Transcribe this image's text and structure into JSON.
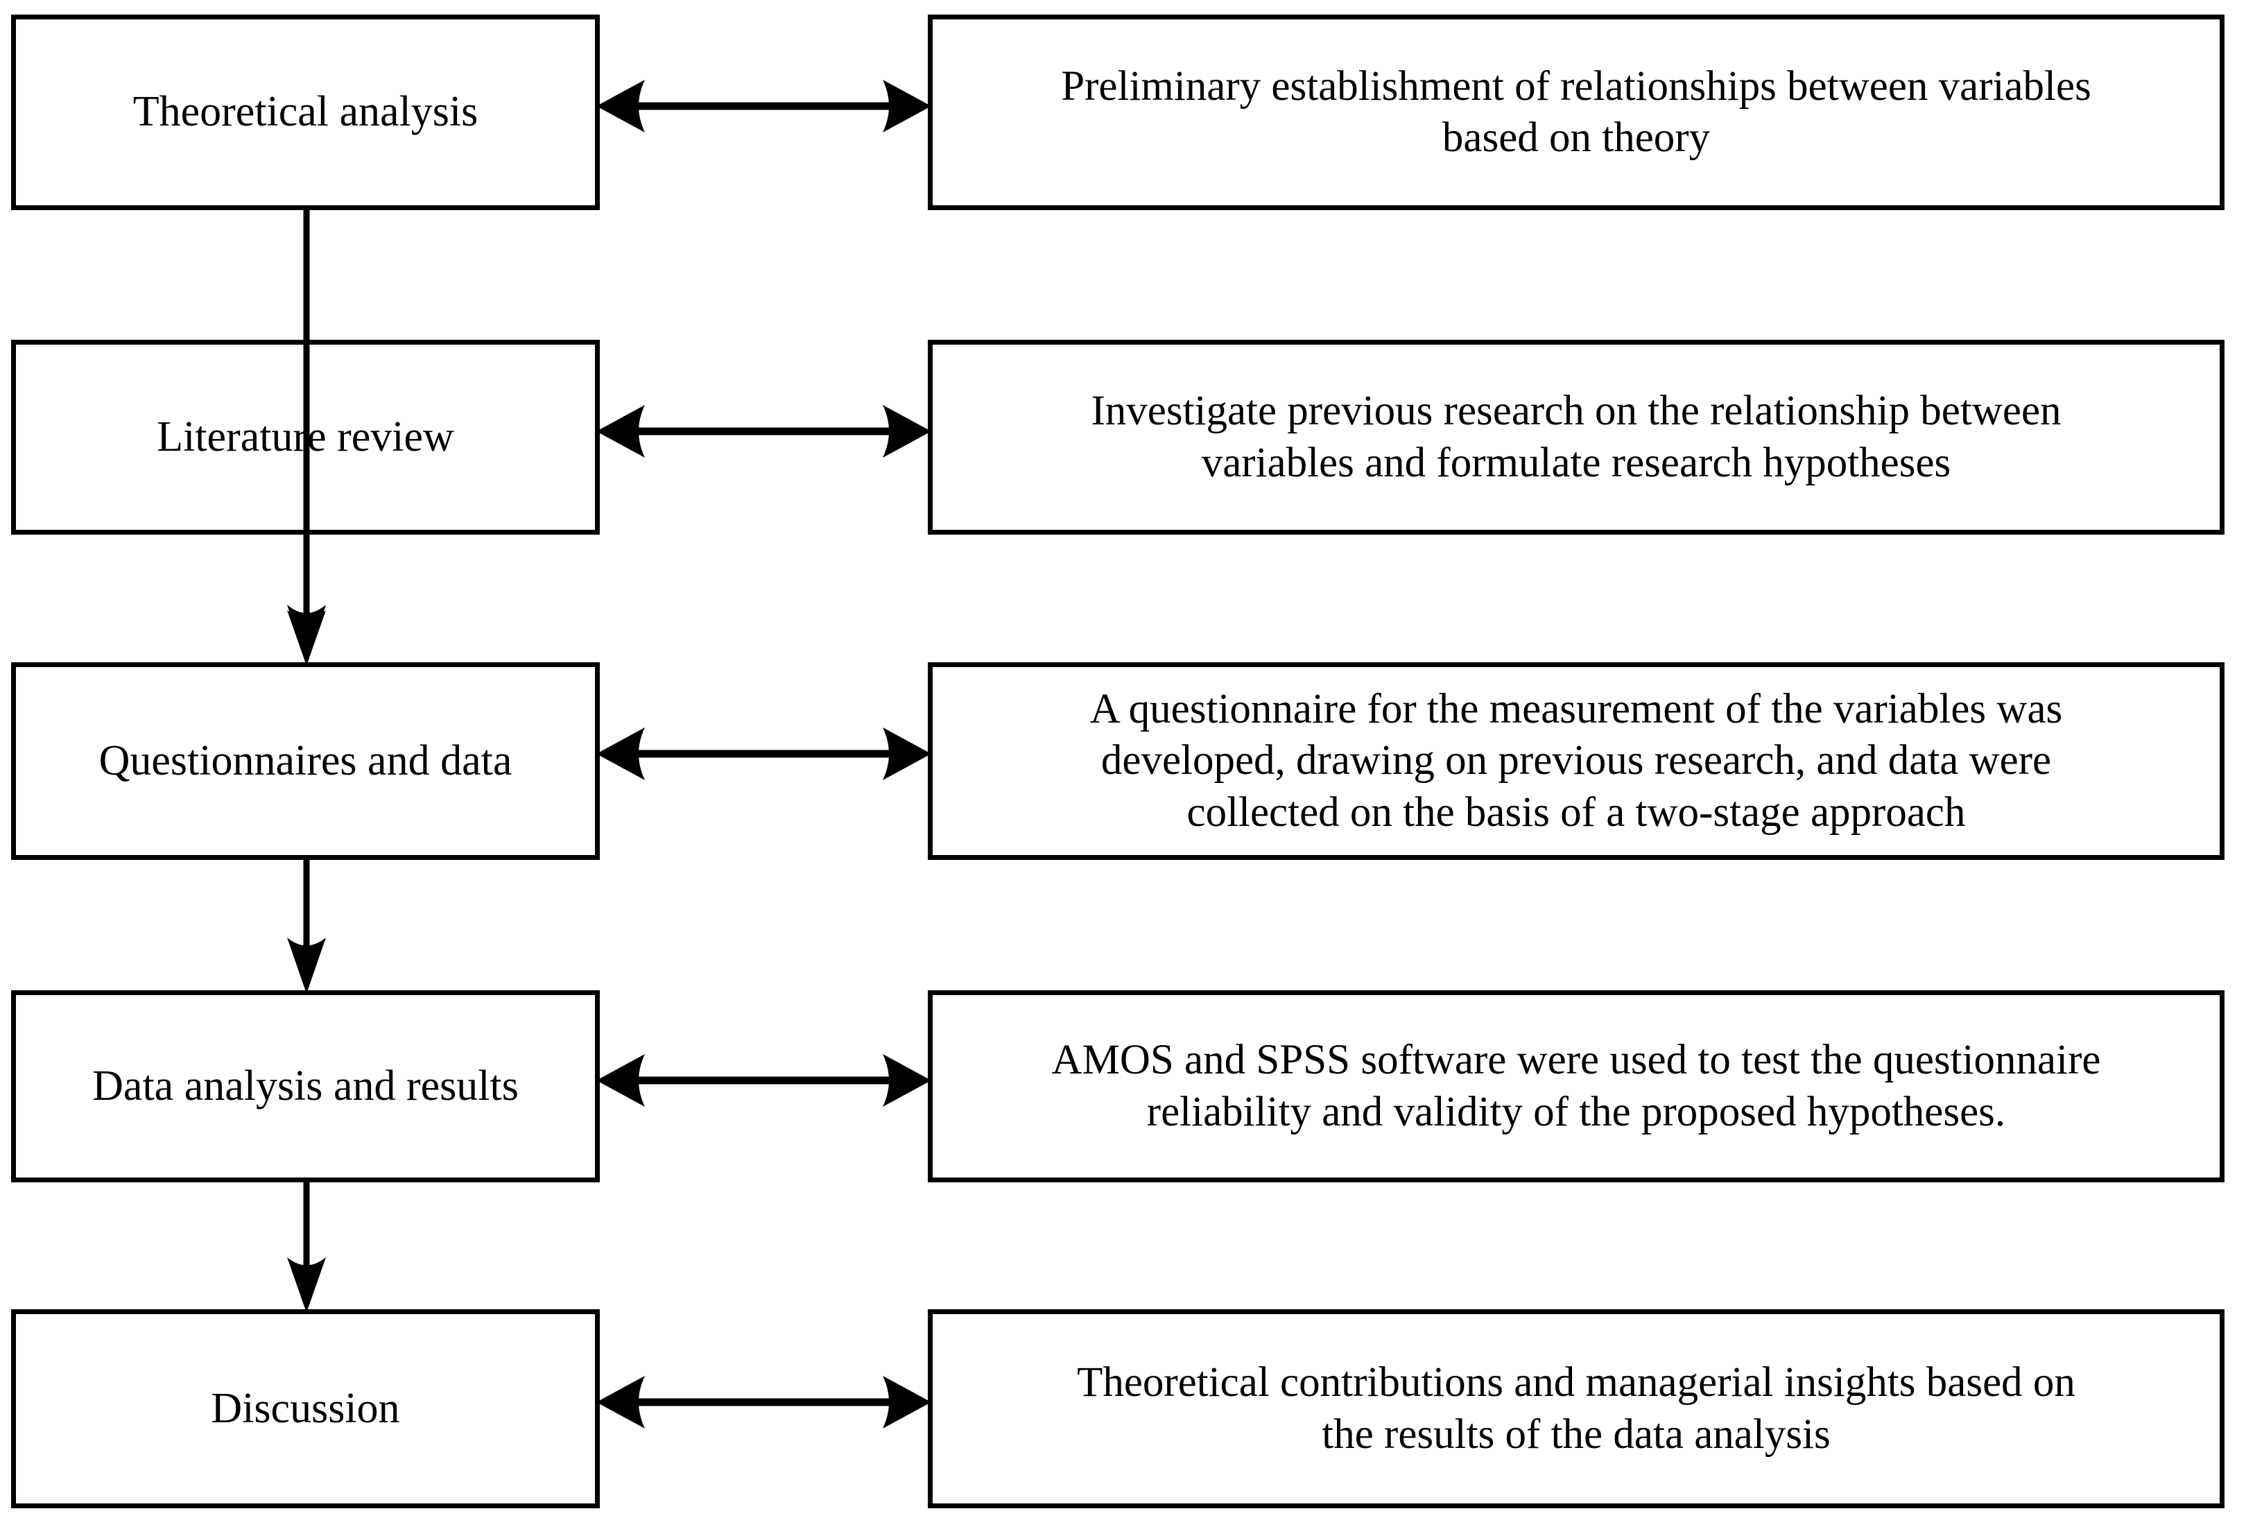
{
  "diagram": {
    "title": "Research process flowchart",
    "line_color": "#000000",
    "box_fill": "#ffffff",
    "stage_arrow_icon": "arrow-down-icon",
    "link_arrow_icon": "double-headed-arrow-icon",
    "rows": [
      {
        "stage": "Theoretical analysis",
        "description": "Preliminary establishment of relationships between variables\nbased on theory"
      },
      {
        "stage": "Literature review",
        "description": "Investigate previous research on the relationship between\nvariables and formulate research hypotheses"
      },
      {
        "stage": "Questionnaires and data",
        "description": "A questionnaire for the measurement of the variables was\ndeveloped, drawing on previous research, and data were\ncollected on the basis of a two-stage approach"
      },
      {
        "stage": "Data analysis and results",
        "description": "AMOS and SPSS software were used to test the questionnaire\nreliability and validity of the proposed hypotheses."
      },
      {
        "stage": "Discussion",
        "description": "Theoretical contributions and managerial insights based on\nthe results of the data analysis"
      }
    ]
  }
}
